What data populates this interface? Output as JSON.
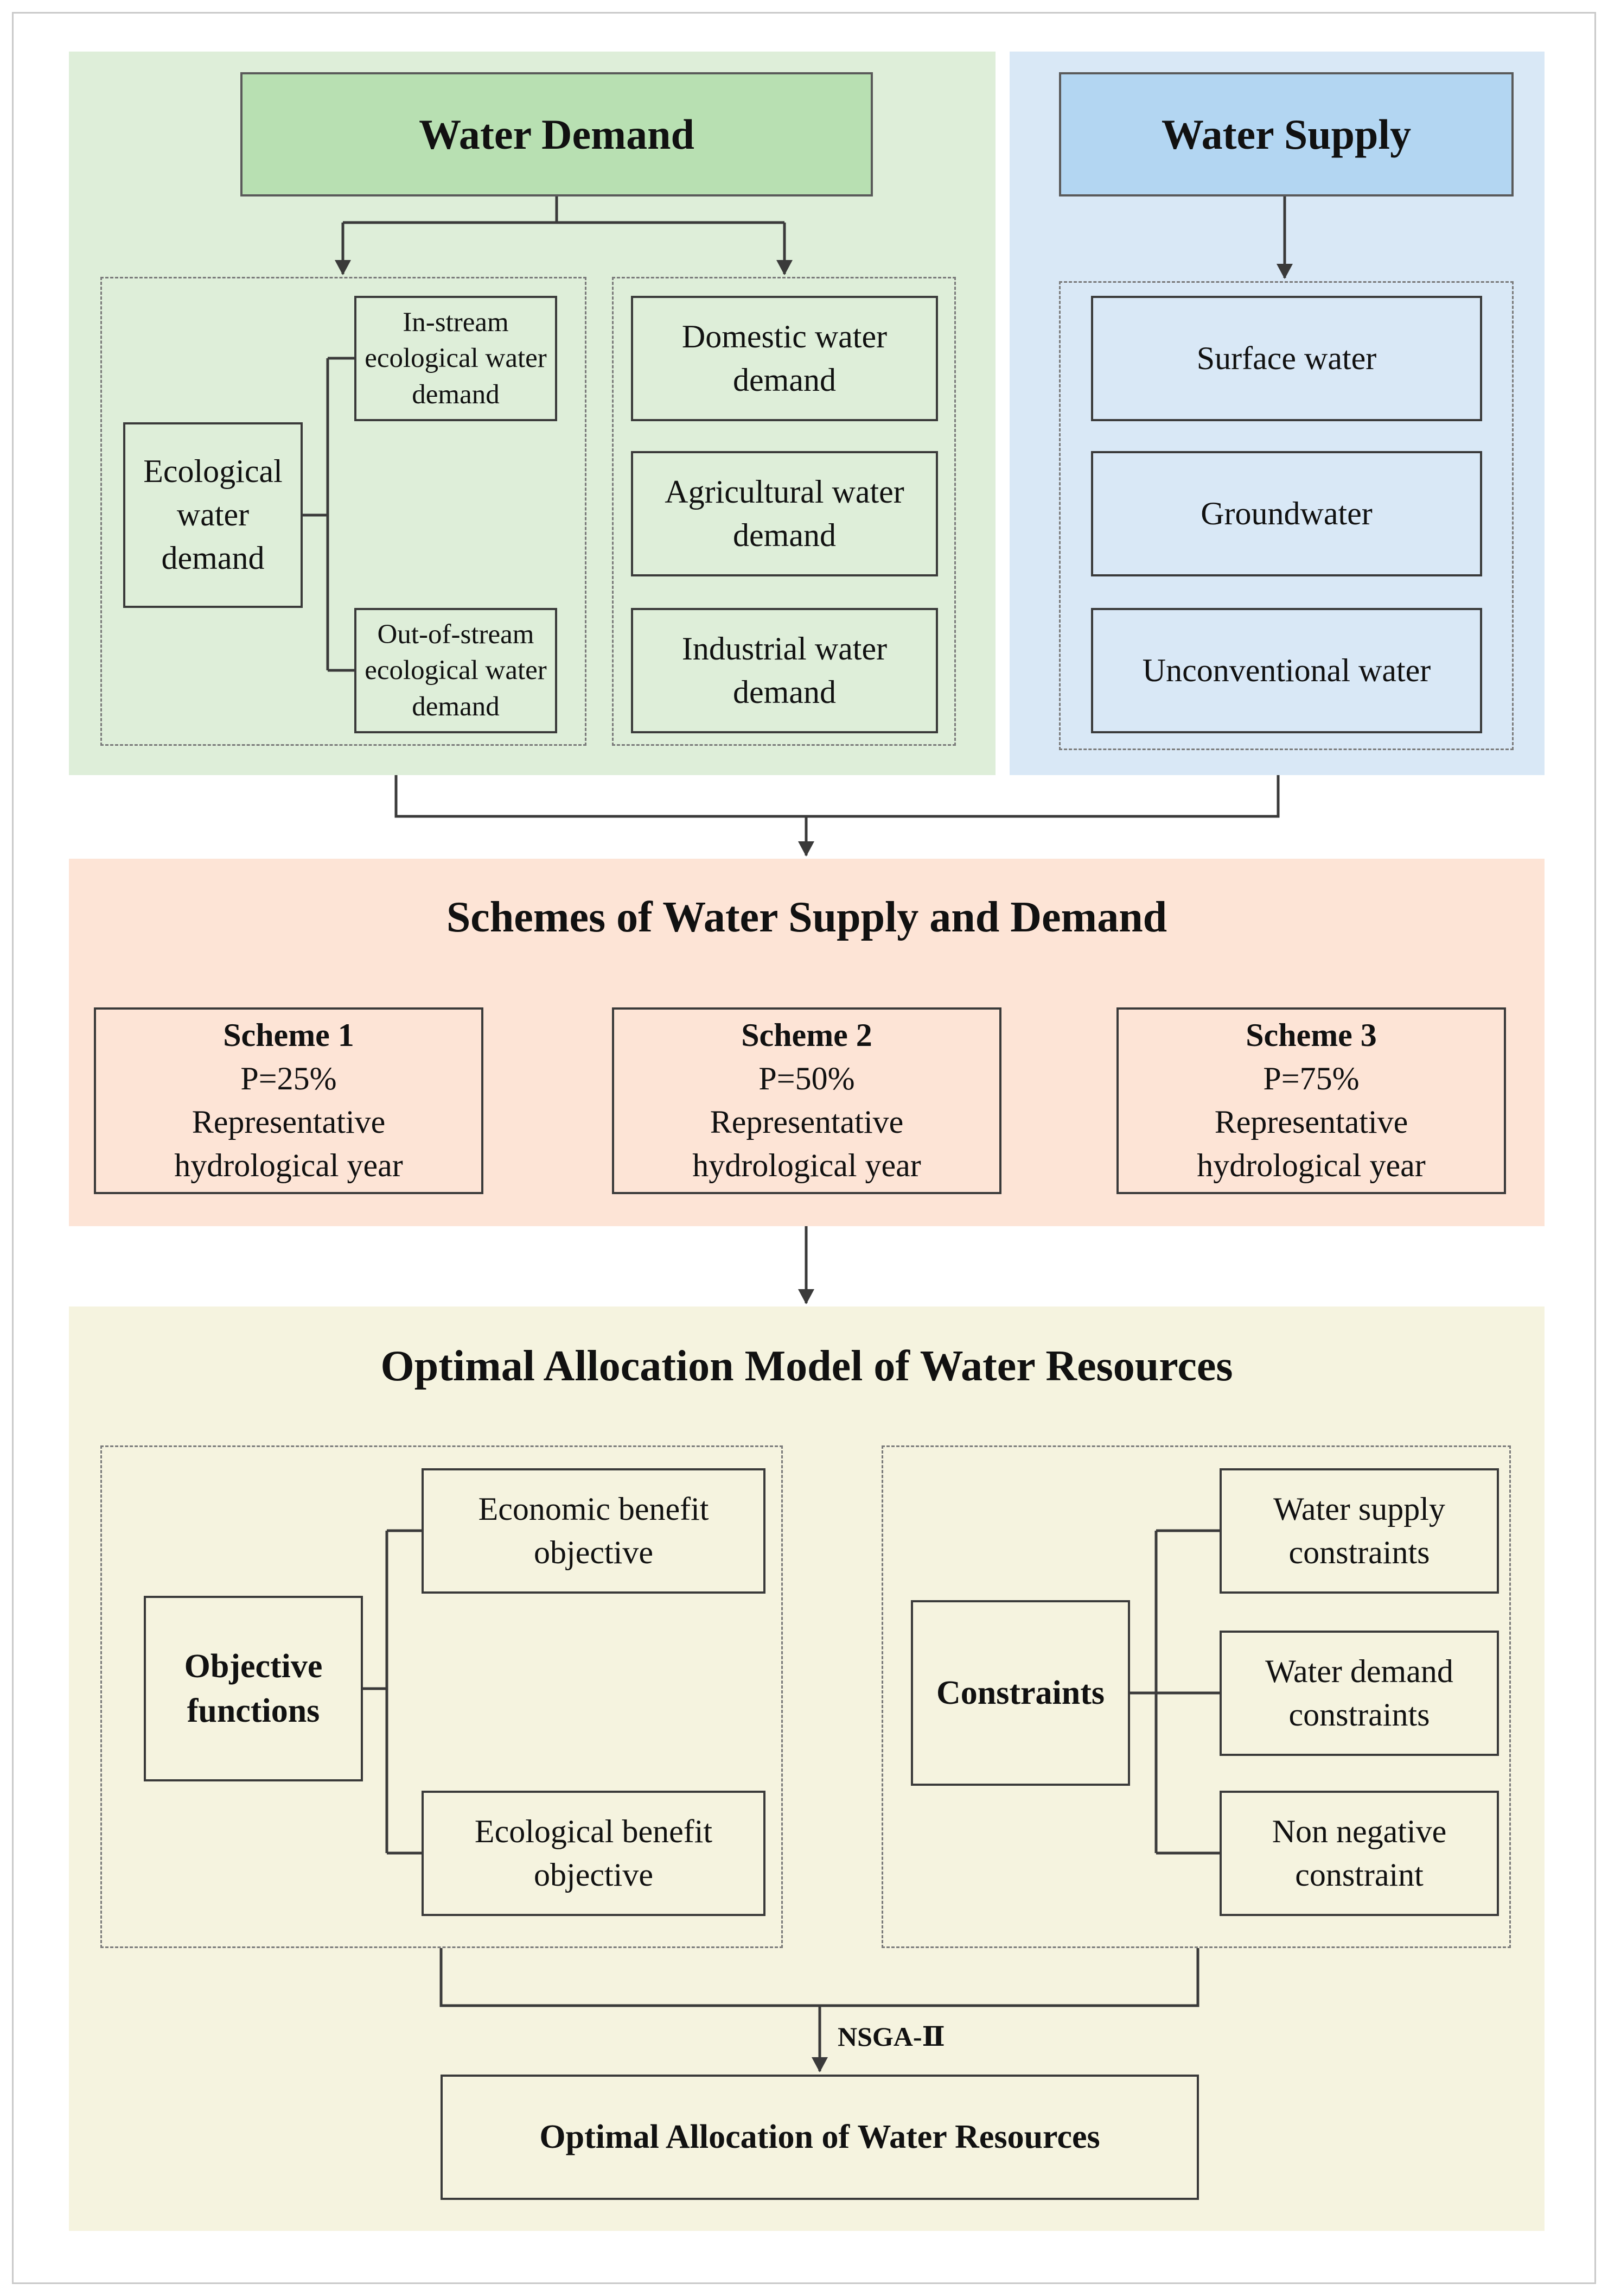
{
  "demand": {
    "title": "Water Demand",
    "ecological": {
      "label": "Ecological water demand",
      "in_stream": "In-stream ecological water demand",
      "out_of_stream": "Out-of-stream ecological water demand"
    },
    "socioeconomic": [
      "Domestic water demand",
      "Agricultural water demand",
      "Industrial water demand"
    ]
  },
  "supply": {
    "title": "Water Supply",
    "sources": [
      "Surface water",
      "Groundwater",
      "Unconventional water"
    ]
  },
  "schemes": {
    "title": "Schemes of Water Supply and Demand",
    "items": [
      {
        "name": "Scheme 1",
        "probability": "P=25%",
        "line1": "Representative",
        "line2": "hydrological year"
      },
      {
        "name": "Scheme 2",
        "probability": "P=50%",
        "line1": "Representative",
        "line2": "hydrological year"
      },
      {
        "name": "Scheme 3",
        "probability": "P=75%",
        "line1": "Representative",
        "line2": "hydrological year"
      }
    ]
  },
  "model": {
    "title": "Optimal Allocation Model of Water Resources",
    "objectives": {
      "label": "Objective functions",
      "items": [
        "Economic benefit objective",
        "Ecological benefit objective"
      ]
    },
    "constraints": {
      "label": "Constraints",
      "items": [
        "Water supply constraints",
        "Water demand constraints",
        "Non negative constraint"
      ]
    },
    "algorithm": "NSGA-Ⅱ",
    "result": "Optimal Allocation of Water Resources"
  },
  "colors": {
    "demand_bg": "#deeed9",
    "demand_header": "#b8e0b2",
    "supply_bg": "#d9e8f6",
    "supply_header": "#b3d6f2",
    "scheme_bg": "#fde4d6",
    "model_bg": "#f5f3df",
    "line": "#3a3a3a"
  }
}
